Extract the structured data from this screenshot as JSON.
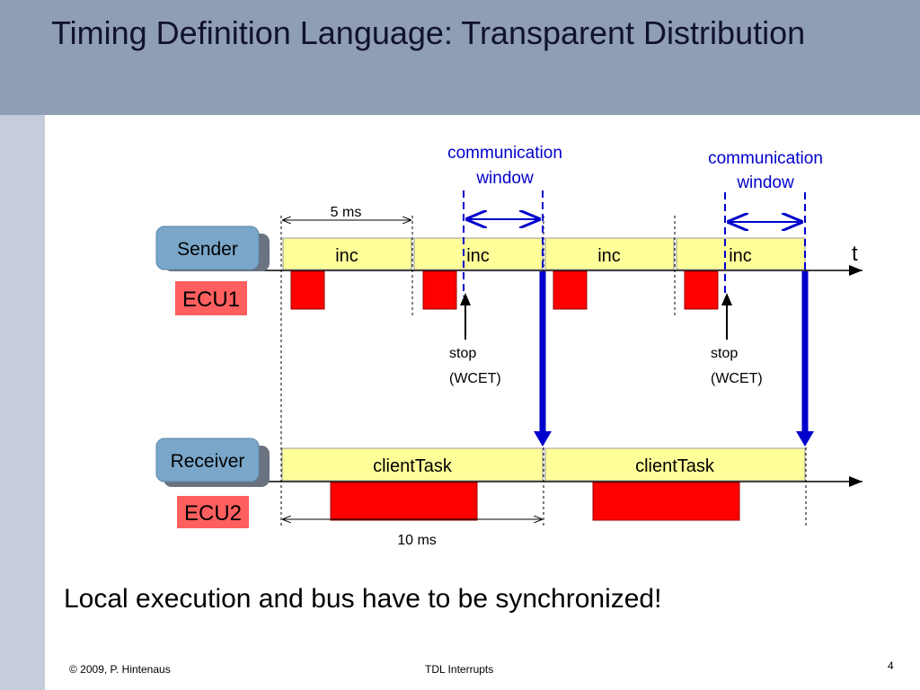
{
  "slide": {
    "title": "Timing Definition Language: Transparent Distribution",
    "note": "Local execution and bus have to be synchronized!",
    "footer_left": "© 2009, P. Hintenaus",
    "footer_center": "TDL Interrupts",
    "page_number": "4"
  },
  "diagram": {
    "sender_label": "Sender",
    "sender_ecu": "ECU1",
    "receiver_label": "Receiver",
    "receiver_ecu": "ECU2",
    "time_axis_label": "t",
    "period_sender": "5 ms",
    "period_receiver": "10 ms",
    "sender_tasks": [
      "inc",
      "inc",
      "inc",
      "inc"
    ],
    "receiver_tasks": [
      "clientTask",
      "clientTask"
    ],
    "comm_window_1_line1": "communication",
    "comm_window_1_line2": "window",
    "comm_window_2_line1": "communication",
    "comm_window_2_line2": "window",
    "stop_1_line1": "stop",
    "stop_1_line2": "(WCET)",
    "stop_2_line1": "stop",
    "stop_2_line2": "(WCET)",
    "colors": {
      "header": "#8f9db5",
      "left_bar": "#c5cddc",
      "task_box": "#ffff99",
      "exec_block": "#ff0000",
      "ecu_label": "#ff5f5f",
      "node_box": "#7aa7c9",
      "comm": "#0000cc"
    }
  }
}
